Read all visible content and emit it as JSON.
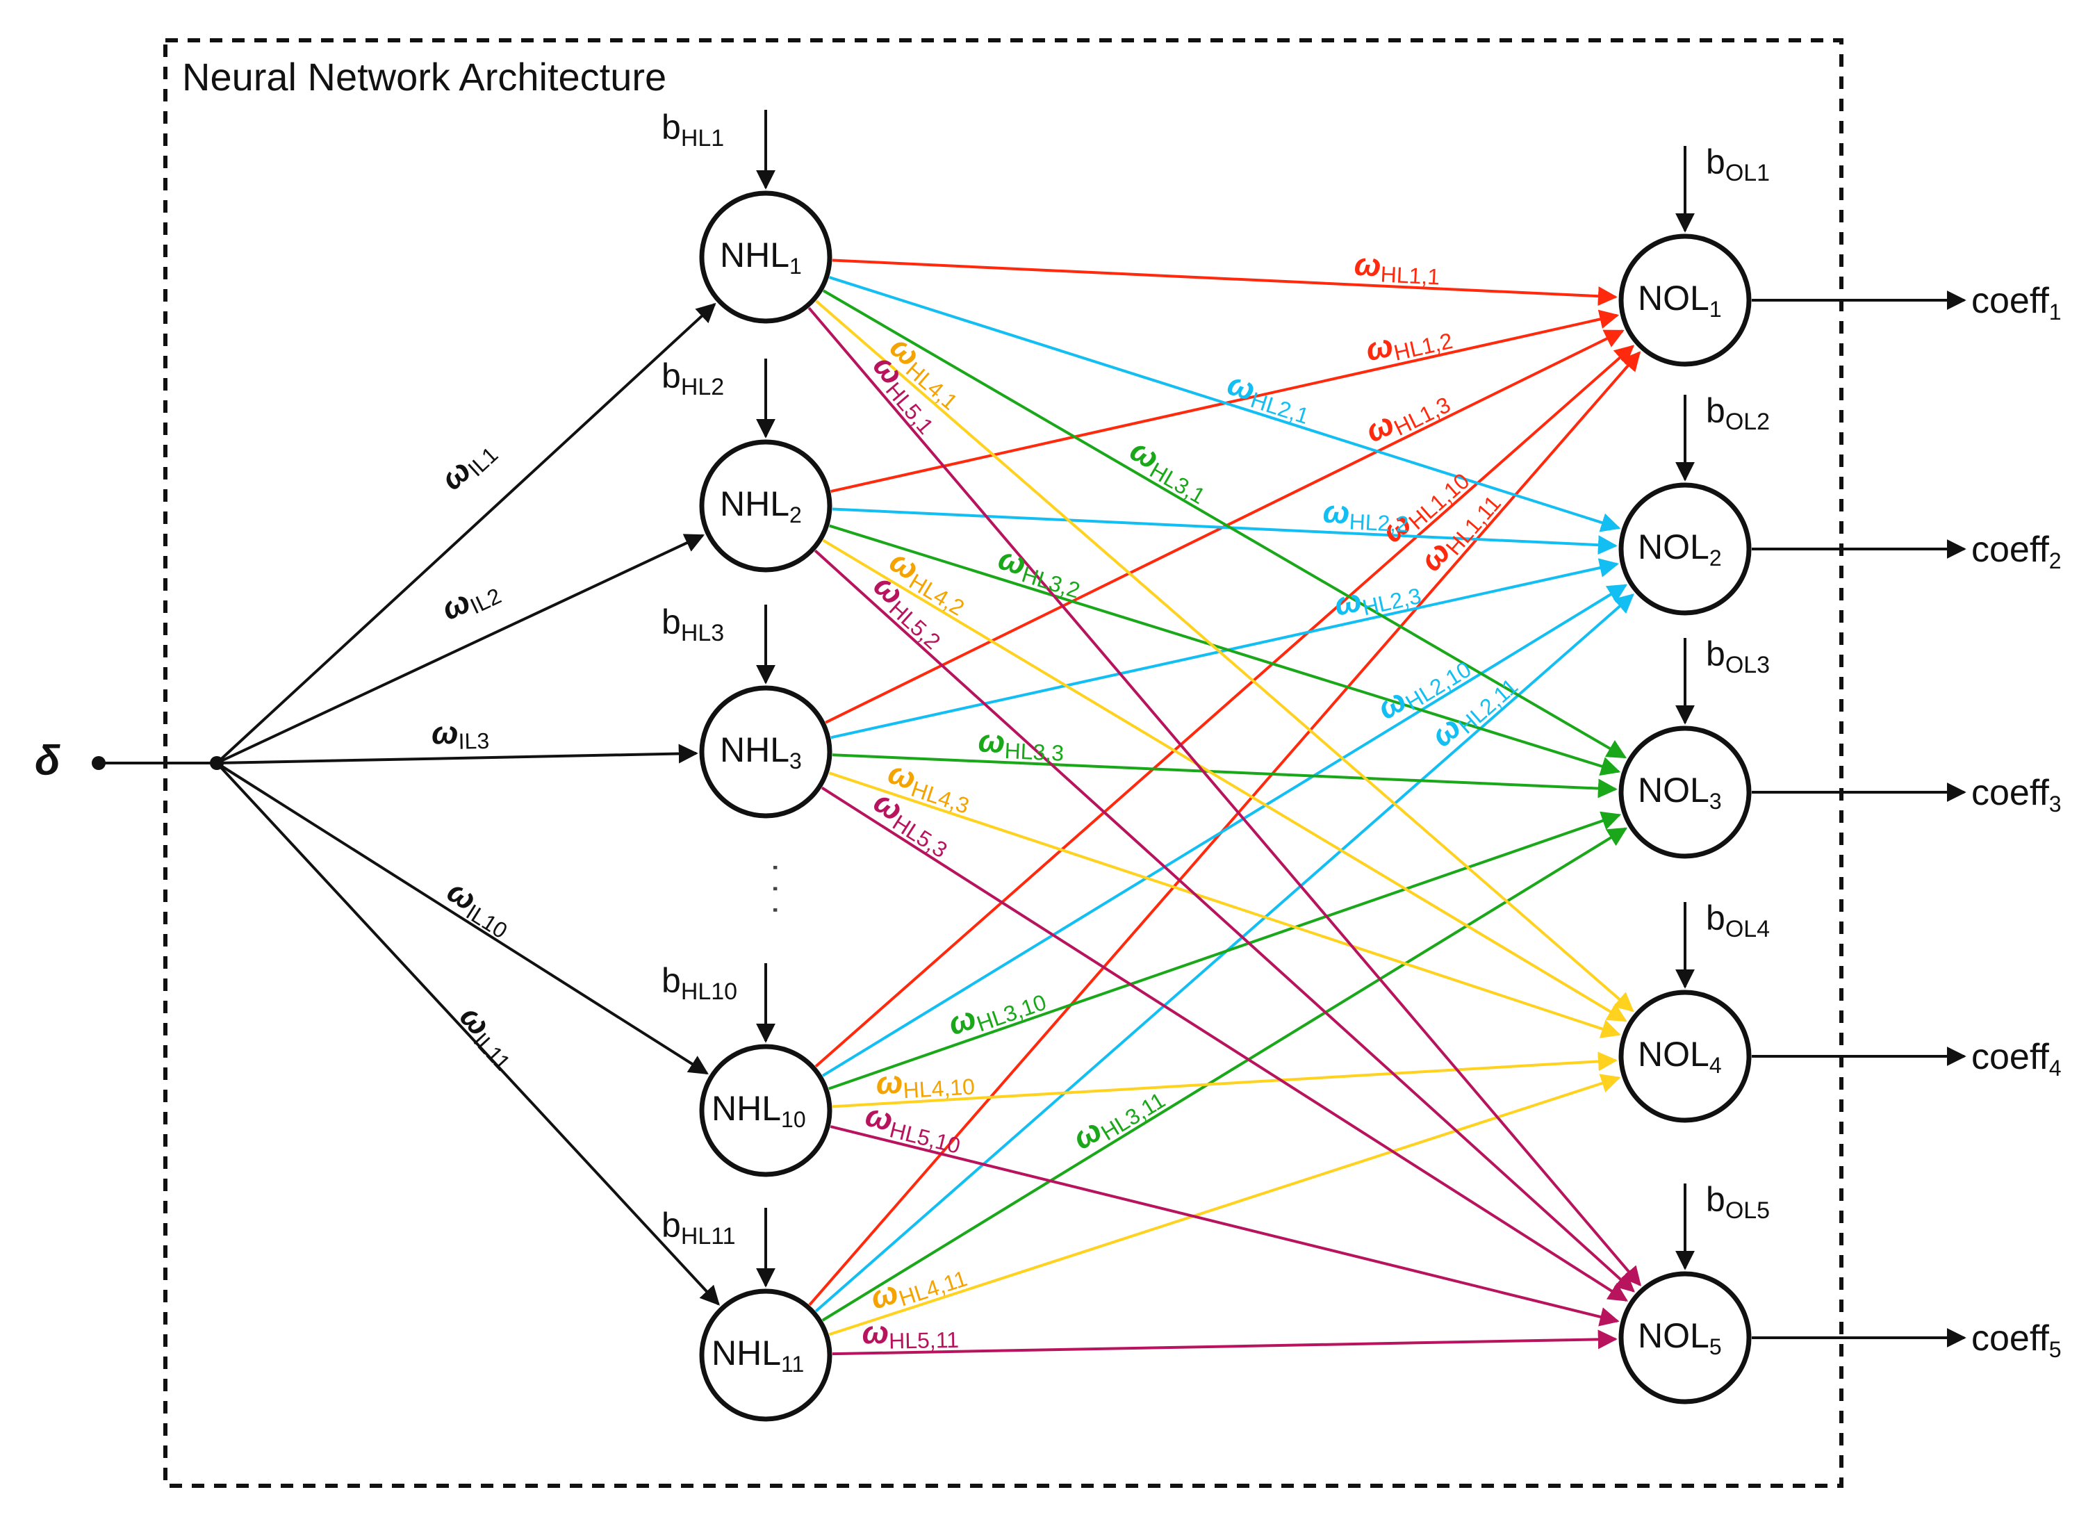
{
  "title": "Neural Network Architecture",
  "input_label": "δ",
  "colors": {
    "black": "#111111",
    "red": "#ff2a0d",
    "blue": "#13bff2",
    "green": "#1aa81a",
    "yellow": "#ffd21f",
    "orange": "#f4a300",
    "magenta": "#b8145e"
  },
  "hidden_nodes": [
    {
      "id": "h1",
      "base": "NHL",
      "sub": "1",
      "bias_base": "b",
      "bias_sub": "HL1",
      "input_weight": {
        "sym": "ω",
        "sub": "IL1"
      }
    },
    {
      "id": "h2",
      "base": "NHL",
      "sub": "2",
      "bias_base": "b",
      "bias_sub": "HL2",
      "input_weight": {
        "sym": "ω",
        "sub": "IL2"
      }
    },
    {
      "id": "h3",
      "base": "NHL",
      "sub": "3",
      "bias_base": "b",
      "bias_sub": "HL3",
      "input_weight": {
        "sym": "ω",
        "sub": "IL3"
      }
    },
    {
      "id": "h10",
      "base": "NHL",
      "sub": "10",
      "bias_base": "b",
      "bias_sub": "HL10",
      "input_weight": {
        "sym": "ω",
        "sub": "IL10"
      }
    },
    {
      "id": "h11",
      "base": "NHL",
      "sub": "11",
      "bias_base": "b",
      "bias_sub": "HL11",
      "input_weight": {
        "sym": "ω",
        "sub": "IL11"
      }
    }
  ],
  "ellipsis": "·  ·  ·",
  "output_nodes": [
    {
      "id": "o1",
      "base": "NOL",
      "sub": "1",
      "bias_base": "b",
      "bias_sub": "OL1",
      "out_base": "coeff",
      "out_sub": "1"
    },
    {
      "id": "o2",
      "base": "NOL",
      "sub": "2",
      "bias_base": "b",
      "bias_sub": "OL2",
      "out_base": "coeff",
      "out_sub": "2"
    },
    {
      "id": "o3",
      "base": "NOL",
      "sub": "3",
      "bias_base": "b",
      "bias_sub": "OL3",
      "out_base": "coeff",
      "out_sub": "3"
    },
    {
      "id": "o4",
      "base": "NOL",
      "sub": "4",
      "bias_base": "b",
      "bias_sub": "OL4",
      "out_base": "coeff",
      "out_sub": "4"
    },
    {
      "id": "o5",
      "base": "NOL",
      "sub": "5",
      "bias_base": "b",
      "bias_sub": "OL5",
      "out_base": "coeff",
      "out_sub": "5"
    }
  ],
  "edges": [
    {
      "from": "h1",
      "to": "o1",
      "color": "red",
      "sym": "ω",
      "sub": "HL1,1"
    },
    {
      "from": "h2",
      "to": "o1",
      "color": "red",
      "sym": "ω",
      "sub": "HL1,2"
    },
    {
      "from": "h3",
      "to": "o1",
      "color": "red",
      "sym": "ω",
      "sub": "HL1,3"
    },
    {
      "from": "h10",
      "to": "o1",
      "color": "red",
      "sym": "ω",
      "sub": "HL1,10"
    },
    {
      "from": "h11",
      "to": "o1",
      "color": "red",
      "sym": "ω",
      "sub": "HL1,11"
    },
    {
      "from": "h1",
      "to": "o2",
      "color": "blue",
      "sym": "ω",
      "sub": "HL2,1"
    },
    {
      "from": "h2",
      "to": "o2",
      "color": "blue",
      "sym": "ω",
      "sub": "HL2,2"
    },
    {
      "from": "h3",
      "to": "o2",
      "color": "blue",
      "sym": "ω",
      "sub": "HL2,3"
    },
    {
      "from": "h10",
      "to": "o2",
      "color": "blue",
      "sym": "ω",
      "sub": "HL2,10"
    },
    {
      "from": "h11",
      "to": "o2",
      "color": "blue",
      "sym": "ω",
      "sub": "HL2,11"
    },
    {
      "from": "h1",
      "to": "o3",
      "color": "green",
      "sym": "ω",
      "sub": "HL3,1"
    },
    {
      "from": "h2",
      "to": "o3",
      "color": "green",
      "sym": "ω",
      "sub": "HL3,2"
    },
    {
      "from": "h3",
      "to": "o3",
      "color": "green",
      "sym": "ω",
      "sub": "HL3,3"
    },
    {
      "from": "h10",
      "to": "o3",
      "color": "green",
      "sym": "ω",
      "sub": "HL3,10"
    },
    {
      "from": "h11",
      "to": "o3",
      "color": "green",
      "sym": "ω",
      "sub": "HL3,11"
    },
    {
      "from": "h1",
      "to": "o4",
      "color": "yellow",
      "label_color": "orange",
      "sym": "ω",
      "sub": "HL4,1"
    },
    {
      "from": "h2",
      "to": "o4",
      "color": "yellow",
      "label_color": "orange",
      "sym": "ω",
      "sub": "HL4,2"
    },
    {
      "from": "h3",
      "to": "o4",
      "color": "yellow",
      "label_color": "orange",
      "sym": "ω",
      "sub": "HL4,3"
    },
    {
      "from": "h10",
      "to": "o4",
      "color": "yellow",
      "label_color": "orange",
      "sym": "ω",
      "sub": "HL4,10"
    },
    {
      "from": "h11",
      "to": "o4",
      "color": "yellow",
      "label_color": "orange",
      "sym": "ω",
      "sub": "HL4,11"
    },
    {
      "from": "h1",
      "to": "o5",
      "color": "magenta",
      "sym": "ω",
      "sub": "HL5,1"
    },
    {
      "from": "h2",
      "to": "o5",
      "color": "magenta",
      "sym": "ω",
      "sub": "HL5,2"
    },
    {
      "from": "h3",
      "to": "o5",
      "color": "magenta",
      "sym": "ω",
      "sub": "HL5,3"
    },
    {
      "from": "h10",
      "to": "o5",
      "color": "magenta",
      "sym": "ω",
      "sub": "HL5,10"
    },
    {
      "from": "h11",
      "to": "o5",
      "color": "magenta",
      "sym": "ω",
      "sub": "HL5,11"
    }
  ]
}
